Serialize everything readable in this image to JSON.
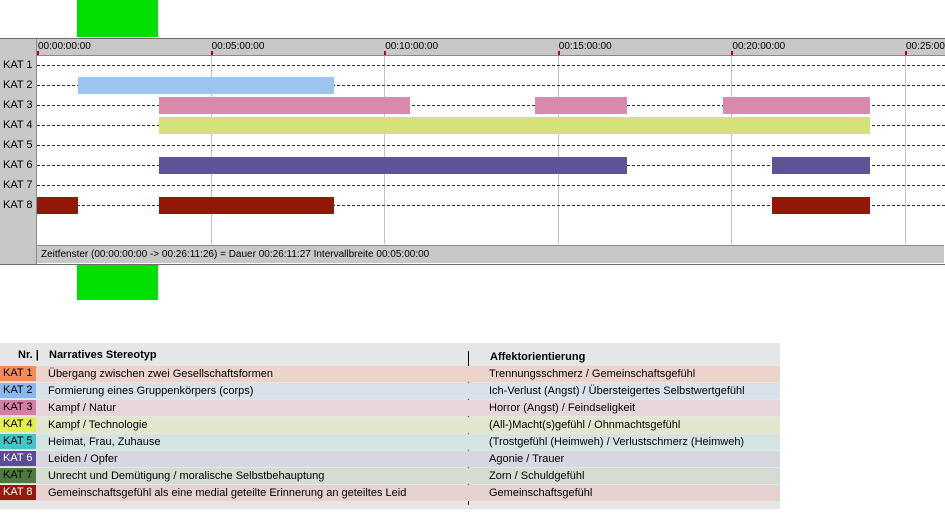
{
  "timeline": {
    "total_seconds": 1500,
    "interval_seconds": 300,
    "ticks": [
      "00:00:00:00",
      "00:05:00:00",
      "00:10:00:00",
      "00:15:00:00",
      "00:20:00:00",
      "00:25:00"
    ],
    "rows": [
      {
        "label": "KAT 1",
        "color": "#f0b39c",
        "segments": []
      },
      {
        "label": "KAT 2",
        "color": "#9cc6f0",
        "segments": [
          [
            70,
            513
          ]
        ]
      },
      {
        "label": "KAT 3",
        "color": "#d989ac",
        "segments": [
          [
            210,
            645
          ],
          [
            860,
            1020
          ],
          [
            1185,
            1440
          ]
        ]
      },
      {
        "label": "KAT 4",
        "color": "#d5e27a",
        "segments": [
          [
            210,
            1440
          ]
        ]
      },
      {
        "label": "KAT 5",
        "color": "#5fc9c9",
        "segments": []
      },
      {
        "label": "KAT 6",
        "color": "#5e5394",
        "segments": [
          [
            210,
            1020
          ],
          [
            1270,
            1440
          ]
        ]
      },
      {
        "label": "KAT 7",
        "color": "#4f7a4a",
        "segments": []
      },
      {
        "label": "KAT 8",
        "color": "#931708",
        "segments": [
          [
            0,
            70
          ],
          [
            210,
            513
          ],
          [
            1270,
            1440
          ]
        ]
      }
    ],
    "status": "Zeitfenster (00:00:00:00 -> 00:26:11:26) = Dauer 00:26:11:27    Intervallbreite 00:05:00:00"
  },
  "legend": {
    "header_nr": "Nr. |",
    "header_stereotyp": "Narratives Stereotyp",
    "header_affekt": "Affektorientierung",
    "rows": [
      {
        "kat": "KAT 1",
        "kat_bg": "#f28a5a",
        "kat_fg": "#000000",
        "row_bg": "#ecd3cc",
        "stereotyp": "Übergang zwischen zwei Gesellschaftsformen",
        "affekt": "Trennungsschmerz / Gemeinschaftsgefühl"
      },
      {
        "kat": "KAT 2",
        "kat_bg": "#8ab8ec",
        "kat_fg": "#000000",
        "row_bg": "#d9e1ea",
        "stereotyp": "Formierung eines Gruppenkörpers (corps)",
        "affekt": "Ich-Verlust (Angst) / Übersteigertes Selbstwertgefühl"
      },
      {
        "kat": "KAT 3",
        "kat_bg": "#d47ea5",
        "kat_fg": "#000000",
        "row_bg": "#e6d6dc",
        "stereotyp": "Kampf / Natur",
        "affekt": "Horror (Angst) / Feindseligkeit"
      },
      {
        "kat": "KAT 4",
        "kat_bg": "#e5ef4a",
        "kat_fg": "#000000",
        "row_bg": "#e2e6cc",
        "stereotyp": "Kampf / Technologie",
        "affekt": "(All-)Macht(s)gefühl / Ohnmachtsgefühl"
      },
      {
        "kat": "KAT 5",
        "kat_bg": "#44c4c8",
        "kat_fg": "#000000",
        "row_bg": "#d3e4e2",
        "stereotyp": "Heimat, Frau, Zuhause",
        "affekt": "(Trostgefühl (Heimweh) / Verlustschmerz (Heimweh)"
      },
      {
        "kat": "KAT 6",
        "kat_bg": "#5a4c96",
        "kat_fg": "#ffffff",
        "row_bg": "#d8d6df",
        "stereotyp": "Leiden / Opfer",
        "affekt": "Agonie / Trauer"
      },
      {
        "kat": "KAT 7",
        "kat_bg": "#4c7a3e",
        "kat_fg": "#000000",
        "row_bg": "#d6dcd4",
        "stereotyp": "Unrecht und Demütigung / moralische Selbstbehauptung",
        "affekt": "Zorn / Schuldgefühl"
      },
      {
        "kat": "KAT 8",
        "kat_bg": "#961a0c",
        "kat_fg": "#ffffff",
        "row_bg": "#e6d1d1",
        "stereotyp": "Gemeinschaftsgefühl als eine medial geteilte Erinnerung an geteiltes Leid",
        "affekt": "Gemeinschaftsgefühl"
      }
    ]
  }
}
